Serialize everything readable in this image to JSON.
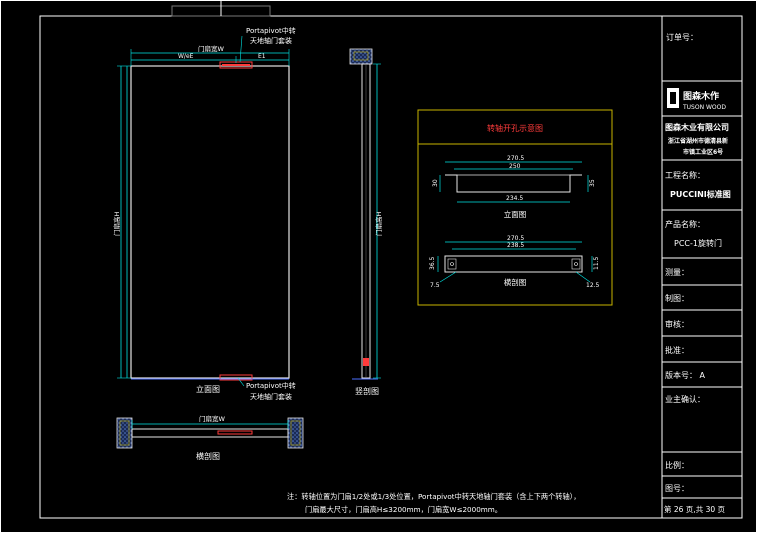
{
  "title_block": {
    "order_no": "订单号：",
    "logo_mark": "图森木作",
    "logo_sub": "TUSON WOOD",
    "company": "图森木业有限公司",
    "address_1": "浙江省湖州市德清县新",
    "address_2": "市镇工业区6号",
    "project_label": "工程名称：",
    "project_value": "PUCCINI标准图",
    "product_label": "产品名称：",
    "product_value": "PCC-1旋转门",
    "measure": "测量：",
    "draft": "制图：",
    "review": "审核：",
    "approve": "批准：",
    "version": "版本号： A",
    "owner": "业主确认：",
    "scale": "比例：",
    "drawing_no": "图号：",
    "page": "第 26 页,共 30 页"
  },
  "front_view": {
    "callout_top_1": "Portapivot中转",
    "callout_top_2": "天地轴门套装",
    "width_label": "门扇宽W",
    "left_dim": "W/eE",
    "right_dim": "E1",
    "height_label": "门扇高H",
    "callout_bottom_1": "Portapivot中转",
    "callout_bottom_2": "天地轴门套装",
    "caption": "立面图"
  },
  "side_view": {
    "height_label": "门扇高H",
    "caption": "竖剖图"
  },
  "cross_view": {
    "width_label": "门扇宽W",
    "caption": "横剖图"
  },
  "detail": {
    "title": "转轴开孔示意图",
    "top_dim_1": "270.5",
    "top_dim_2": "250",
    "bottom_dim": "234.5",
    "left_dim": "30",
    "right_dim": "35",
    "caption_front": "立面图",
    "sec_dim_1": "270.5",
    "sec_dim_2": "238.5",
    "sec_left_dim": "36.5",
    "sec_right_dim": "11.5",
    "sec_corner_1": "7.5",
    "sec_corner_2": "12.5",
    "caption_section": "横剖图"
  },
  "note": {
    "line_1": "注：转轴位置为门扇1/2处或1/3处位置，Portapivot中转天地轴门套装（含上下两个转轴），",
    "line_2": "门扇最大尺寸，门扇高H≤3200mm，门扇宽W≤2000mm。"
  },
  "colors": {
    "frame": "#ffffff",
    "door": "#e6e6e6",
    "dim": "#00e5e5",
    "label": "#ffffff",
    "accent": "#ff3b3b",
    "panel_border": "#c8b400",
    "hatch": "#4a6fb8"
  }
}
